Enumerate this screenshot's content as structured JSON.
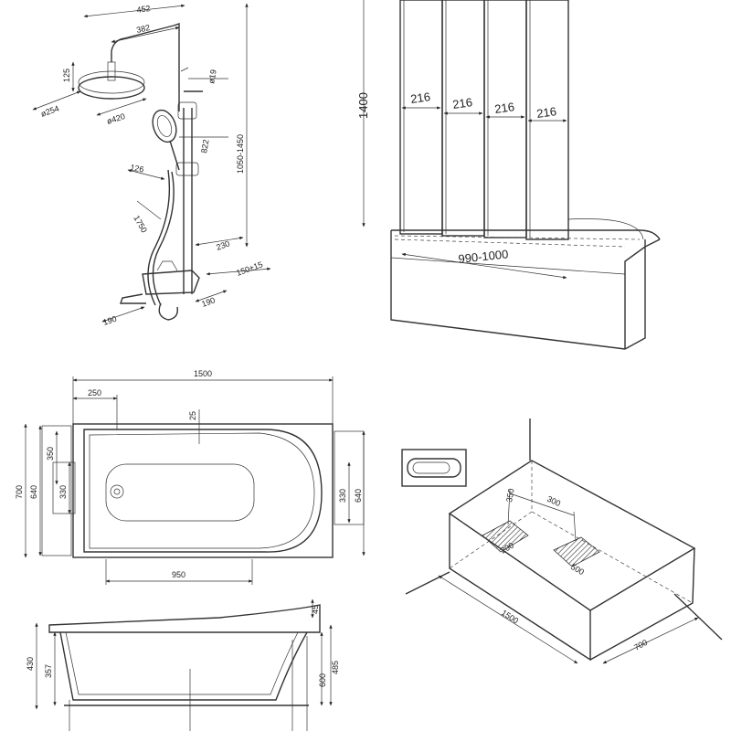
{
  "shower": {
    "d_452": "452",
    "d_382": "382",
    "d_125": "125",
    "d_254": "ø254",
    "d_420": "ø420",
    "d_ph19": "ø19",
    "d_1050": "1050-1450",
    "d_822": "822",
    "d_126": "126",
    "d_1750": "1750",
    "d_230": "230",
    "d_150": "150±15",
    "d_190a": "190",
    "d_190b": "190"
  },
  "screen": {
    "height": "1400",
    "panels": [
      "216",
      "216",
      "216",
      "216"
    ],
    "width": "990-1000"
  },
  "plan": {
    "d_1500": "1500",
    "d_250": "250",
    "d_25": "25",
    "d_700": "700",
    "d_640l": "640",
    "d_350": "350",
    "d_330l": "330",
    "d_330r": "330",
    "d_640r": "640",
    "d_950": "950"
  },
  "iso": {
    "d_350": "350",
    "d_300": "300",
    "d_200": "200",
    "d_500": "500",
    "d_1500": "1500",
    "d_700": "700"
  },
  "side": {
    "d_45": "45",
    "d_430": "430",
    "d_357": "357",
    "d_600": "600",
    "d_485": "485"
  }
}
